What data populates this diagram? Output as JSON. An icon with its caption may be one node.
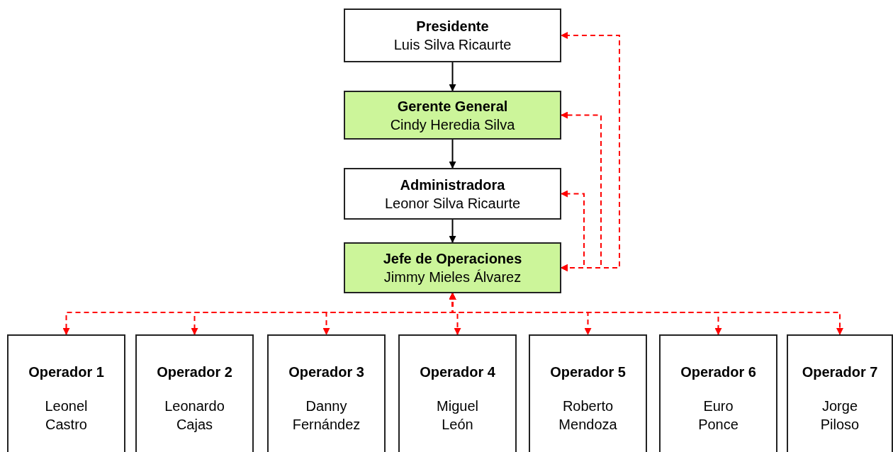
{
  "diagram": {
    "nodes": [
      {
        "text": [
          "Presidente",
          "Luis Silva Ricaurte"
        ]
      },
      {
        "text": [
          "Gerente General",
          "Cindy Heredia Silva"
        ]
      },
      {
        "text": [
          "Administradora",
          "Leonor Silva Ricaurte"
        ]
      },
      {
        "text": [
          "Jefe de Operaciones",
          "Jimmy Mieles Álvarez"
        ]
      },
      {
        "text": [
          "Operador 1",
          "Leonel Castro"
        ]
      },
      {
        "text": [
          "Operador 2",
          "Leonardo Cajas"
        ]
      },
      {
        "text": [
          "Operador 3",
          "Danny Fernández"
        ]
      },
      {
        "text": [
          "Operador 4",
          "Miguel León"
        ]
      },
      {
        "text": [
          "Operador 5",
          "Roberto Mendoza"
        ]
      },
      {
        "text": [
          "Operador 6",
          "Euro Ponce"
        ]
      },
      {
        "text": [
          "Operador 7",
          "Jorge Piloso"
        ]
      }
    ],
    "edges": [
      {
        "from": 0,
        "to": 1,
        "arrow": "to",
        "color": "#000000"
      },
      {
        "from": 1,
        "to": 2,
        "arrow": "to",
        "color": "#000000"
      },
      {
        "from": 2,
        "to": 3,
        "arrow": "to",
        "color": "#000000"
      },
      {
        "from": 3,
        "to": 0,
        "arrow": "both",
        "style": "dashed"
      },
      {
        "from": 3,
        "to": 1,
        "arrow": "both",
        "style": "dashed"
      },
      {
        "from": 3,
        "to": 2,
        "arrow": "both",
        "style": "dashed"
      },
      {
        "from": 3,
        "to": 4,
        "arrow": "both",
        "style": "dashed"
      },
      {
        "from": 3,
        "to": 5,
        "arrow": "both",
        "style": "dashed"
      },
      {
        "from": 3,
        "to": 6,
        "arrow": "both",
        "style": "dashed"
      },
      {
        "from": 3,
        "to": 7,
        "arrow": "both",
        "style": "dashed"
      },
      {
        "from": 3,
        "to": 8,
        "arrow": "both",
        "style": "dashed"
      },
      {
        "from": 3,
        "to": 9,
        "arrow": "both",
        "style": "dashed"
      },
      {
        "from": 3,
        "to": 10,
        "arrow": "both",
        "style": "dashed"
      }
    ]
  }
}
